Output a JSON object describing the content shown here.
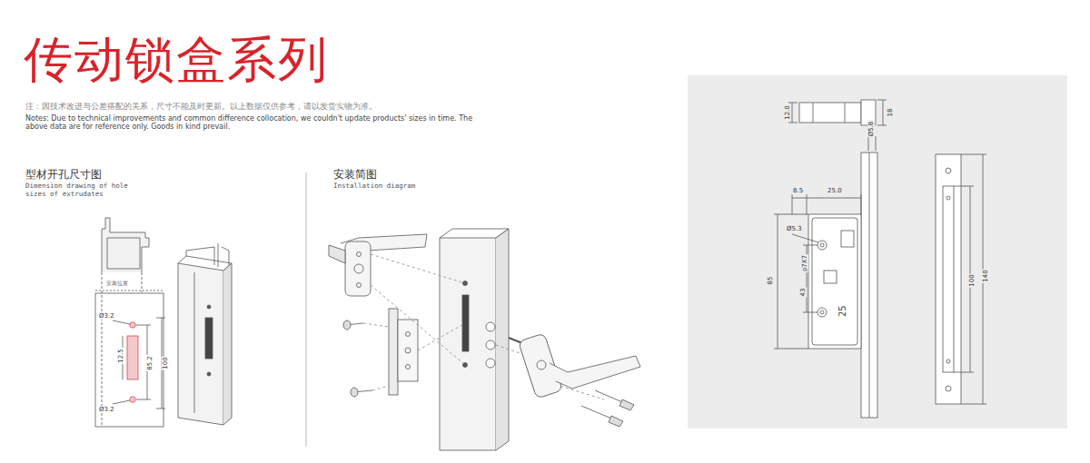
{
  "diagram": {
    "title": "传动锁盒系列",
    "labels": [
      "注：因技术改进与公差搭配的关系，尺寸不能及时更新。以上数据仅供参考，请以发货实物为准。",
      "Notes: Due to technical improvements and common difference collocation, we couldn't update products' sizes in time. The above data are for reference only. Goods in kind prevail.",
      "型材开孔尺寸图",
      "Dimension drawing of hole sizes of extrudates",
      "安装简图",
      "Installation diagram",
      "安装位置",
      "Ø3.2",
      "12.5",
      "85.2",
      "100",
      "Ø3.2",
      "12.0",
      "18",
      "Ø5.8",
      "8.5",
      "25.0",
      "Ø5.3",
      "85",
      "43",
      "p7X7",
      "25",
      "100",
      "140"
    ]
  }
}
